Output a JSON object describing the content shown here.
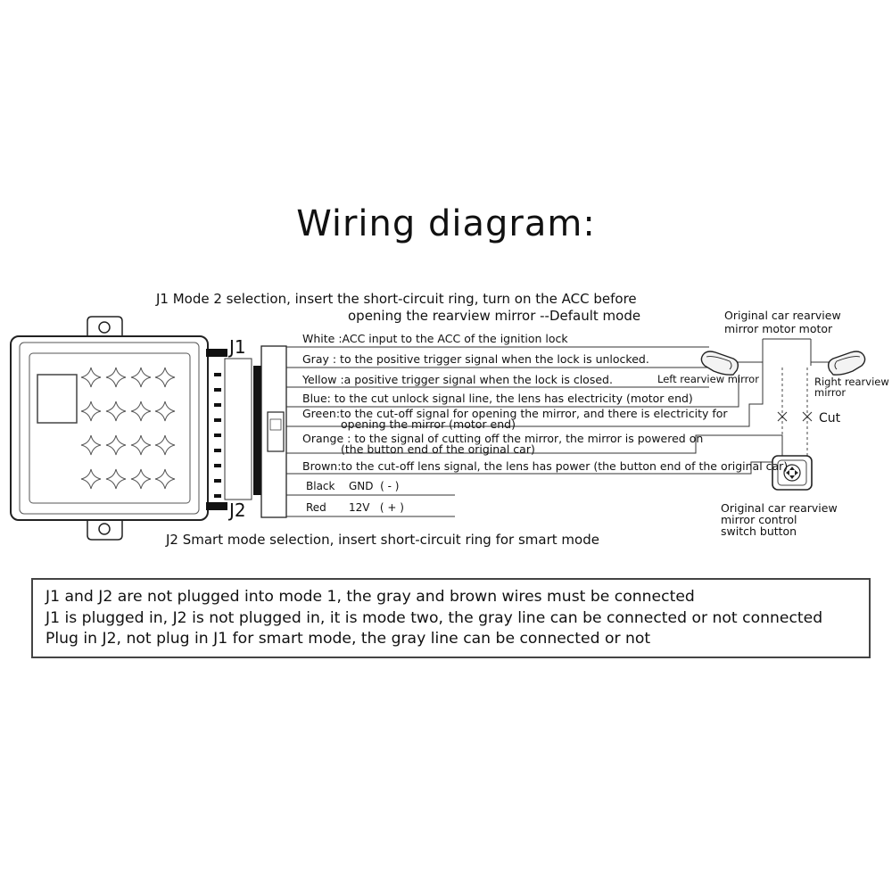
{
  "title": "Wiring diagram:",
  "j1_note": {
    "line1": "J1 Mode 2 selection, insert the short-circuit ring, turn on the ACC before",
    "line2": "opening the rearview mirror --Default mode"
  },
  "j2_note": "J2 Smart mode selection, insert short-circuit ring for smart mode",
  "connectors": {
    "j1": "J1",
    "j2": "J2"
  },
  "wires": [
    {
      "text": "White :ACC input to the ACC of the ignition lock"
    },
    {
      "text": "Gray : to the positive trigger signal when the lock is unlocked."
    },
    {
      "text": "Yellow :a positive trigger signal when the lock is closed."
    },
    {
      "text": "Blue: to the cut unlock signal line, the lens has electricity (motor end)"
    },
    {
      "text": "Green:to the cut-off signal for opening the mirror, and there is electricity for",
      "text2": "opening the mirror (motor end)"
    },
    {
      "text": "Orange : to the signal of cutting off the mirror, the mirror is powered on",
      "text2": "(the button end of the original car)"
    },
    {
      "text": "Brown:to the cut-off lens signal, the lens has power (the button end of the original car)"
    }
  ],
  "power": {
    "black_name": "Black",
    "black_value": "GND  ( - )",
    "red_name": "Red",
    "red_value": "12V   ( + )"
  },
  "right_side": {
    "motor_label_1": "Original car rearview",
    "motor_label_2": "mirror motor motor",
    "left_mirror": "Left rearview mirror",
    "right_mirror_1": "Right rearview",
    "right_mirror_2": "mirror",
    "cut": "Cut",
    "switch_label_1": "Original car rearview",
    "switch_label_2": "mirror control",
    "switch_label_3": "switch button"
  },
  "notes": [
    "J1 and J2 are not plugged into mode 1, the gray and brown wires must be connected",
    "J1 is plugged in, J2 is not plugged in, it is mode two, the gray line can be connected or not connected",
    "Plug in J2, not plug in J1 for smart mode, the gray line can be connected or not"
  ]
}
